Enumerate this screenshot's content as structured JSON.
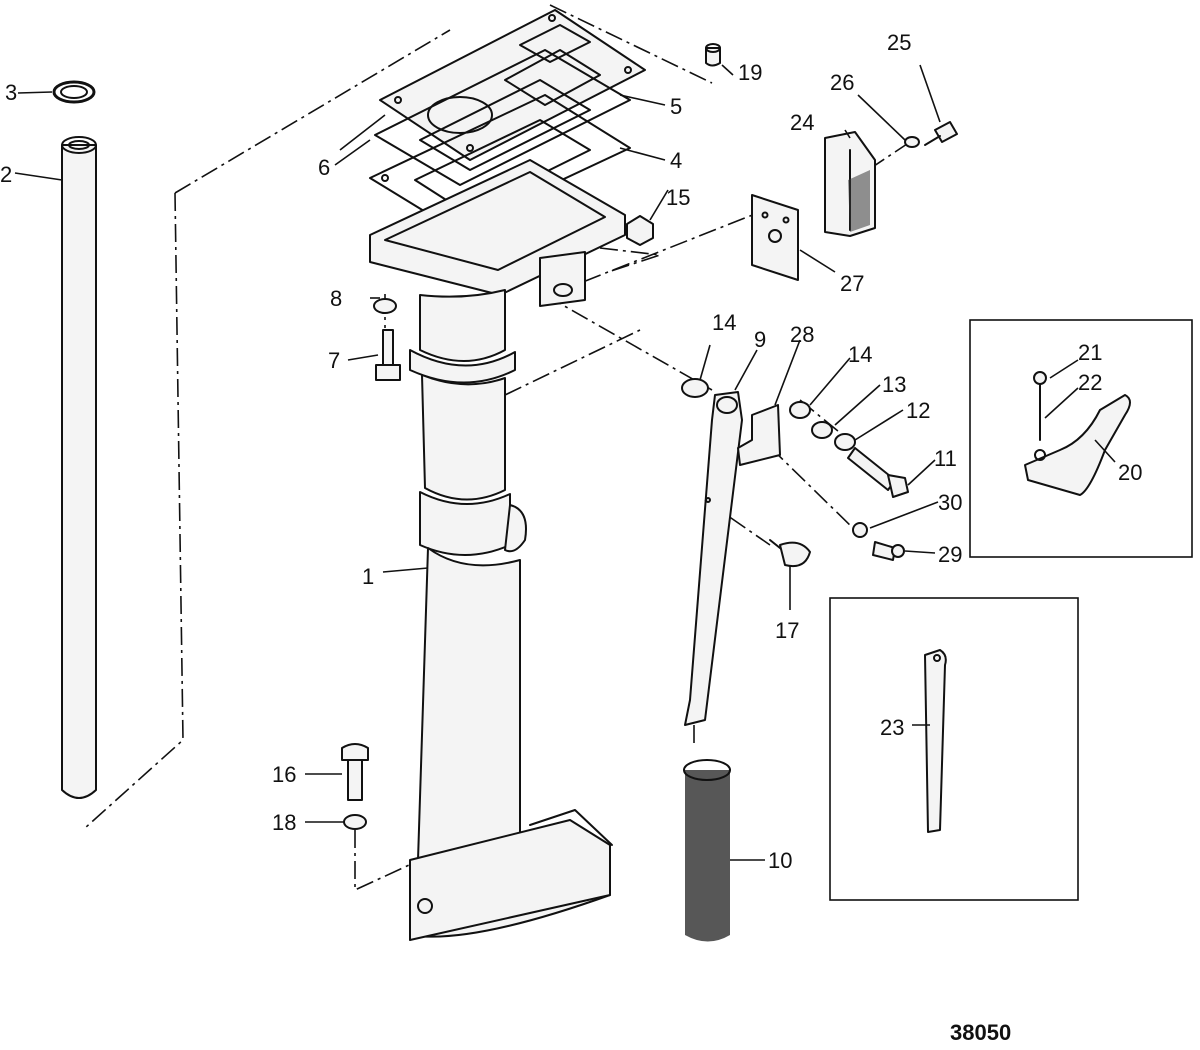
{
  "figure_number": "38050",
  "callouts": [
    {
      "id": "c1",
      "text": "1"
    },
    {
      "id": "c2",
      "text": "2"
    },
    {
      "id": "c3",
      "text": "3"
    },
    {
      "id": "c4",
      "text": "4"
    },
    {
      "id": "c5",
      "text": "5"
    },
    {
      "id": "c6",
      "text": "6"
    },
    {
      "id": "c7",
      "text": "7"
    },
    {
      "id": "c8",
      "text": "8"
    },
    {
      "id": "c9",
      "text": "9"
    },
    {
      "id": "c10",
      "text": "10"
    },
    {
      "id": "c11",
      "text": "11"
    },
    {
      "id": "c12",
      "text": "12"
    },
    {
      "id": "c13",
      "text": "13"
    },
    {
      "id": "c14a",
      "text": "14"
    },
    {
      "id": "c14b",
      "text": "14"
    },
    {
      "id": "c15",
      "text": "15"
    },
    {
      "id": "c16",
      "text": "16"
    },
    {
      "id": "c17",
      "text": "17"
    },
    {
      "id": "c18",
      "text": "18"
    },
    {
      "id": "c19",
      "text": "19"
    },
    {
      "id": "c20",
      "text": "20"
    },
    {
      "id": "c21",
      "text": "21"
    },
    {
      "id": "c22",
      "text": "22"
    },
    {
      "id": "c23",
      "text": "23"
    },
    {
      "id": "c24",
      "text": "24"
    },
    {
      "id": "c25",
      "text": "25"
    },
    {
      "id": "c26",
      "text": "26"
    },
    {
      "id": "c27",
      "text": "27"
    },
    {
      "id": "c28",
      "text": "28"
    },
    {
      "id": "c29",
      "text": "29"
    },
    {
      "id": "c30",
      "text": "30"
    }
  ]
}
